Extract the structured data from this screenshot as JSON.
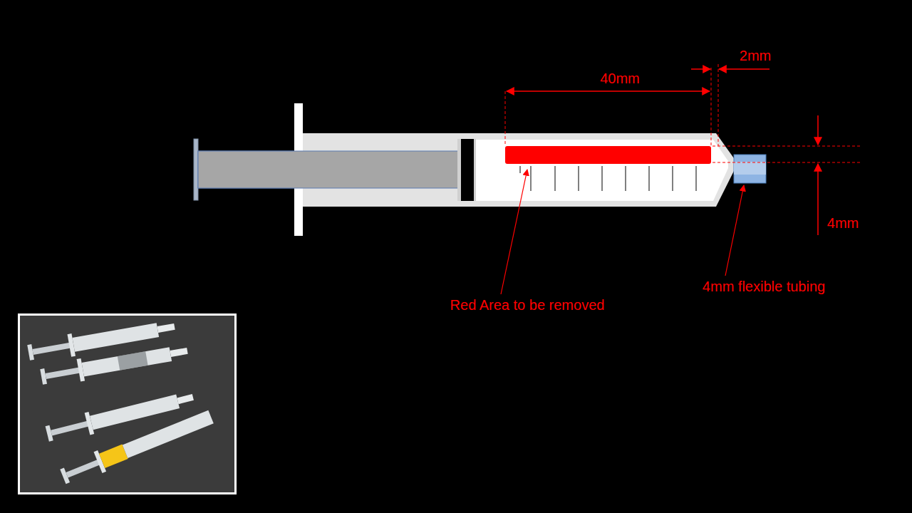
{
  "diagram": {
    "labels": [
      "2mm",
      "40mm",
      "4mm",
      "Red Area to be removed",
      "4mm flexible tubing"
    ]
  }
}
